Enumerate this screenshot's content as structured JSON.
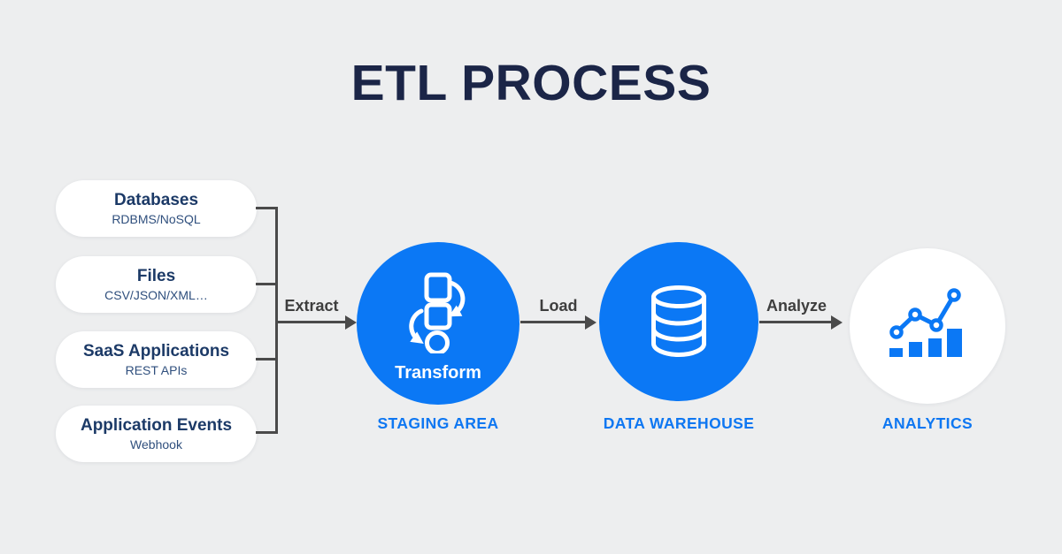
{
  "title": "ETL PROCESS",
  "sources": [
    {
      "label": "Databases",
      "sublabel": "RDBMS/NoSQL"
    },
    {
      "label": "Files",
      "sublabel": "CSV/JSON/XML…"
    },
    {
      "label": "SaaS Applications",
      "sublabel": "REST APIs"
    },
    {
      "label": "Application Events",
      "sublabel": "Webhook"
    }
  ],
  "flow": {
    "extract_label": "Extract",
    "load_label": "Load",
    "analyze_label": "Analyze"
  },
  "stages": {
    "transform": {
      "label": "Transform",
      "caption": "STAGING AREA",
      "icon": "shapes-transform-icon"
    },
    "warehouse": {
      "caption": "DATA WAREHOUSE",
      "icon": "database-cylinder-icon"
    },
    "analytics": {
      "caption": "ANALYTICS",
      "icon": "bar-line-chart-icon"
    }
  },
  "colors": {
    "background": "#EDEEEF",
    "accent_blue": "#0B78F5",
    "caption_blue": "#0E77F2",
    "title_navy": "#1B2547",
    "pill_title_navy": "#1C3A67",
    "pill_subtitle_navy": "#2F4F7D",
    "connector_gray": "#4A4A4A"
  }
}
